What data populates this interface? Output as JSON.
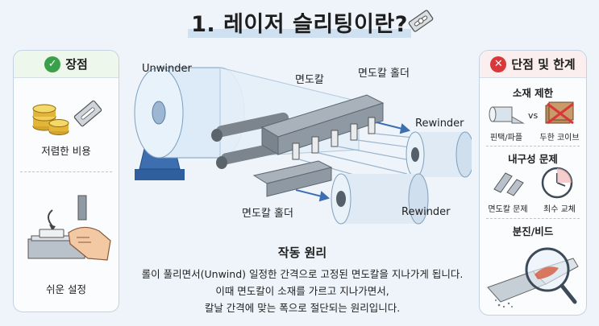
{
  "title": "1. 레이저 슬리팅이란?",
  "left_panel": {
    "heading": "장점",
    "check_glyph": "✓",
    "items": [
      {
        "label": "저렴한 비용",
        "icons": [
          "coins-icon",
          "razor-blade-icon"
        ]
      },
      {
        "label": "쉬운 설정",
        "icons": [
          "blade-insert-icon",
          "hand-icon"
        ]
      }
    ]
  },
  "right_panel": {
    "heading": "단점 및 한계",
    "x_glyph": "✕",
    "sections": [
      {
        "heading": "소재 제한",
        "vs": "vs",
        "labels": [
          "핀택/파플",
          "두한 코이브"
        ]
      },
      {
        "heading": "내구성 문제",
        "labels": [
          "면도칼 문제",
          "최수 교체"
        ]
      },
      {
        "heading": "분진/비드",
        "labels": []
      }
    ]
  },
  "diagram": {
    "unwinder": "Unwinder",
    "blade": "면도칼",
    "blade_holder_top": "면도칼 홀더",
    "blade_holder_bottom": "면도칼 홀더",
    "rewinder_top": "Rewinder",
    "rewinder_bottom": "Rewinder"
  },
  "description": {
    "title": "작동 원리",
    "lines": [
      "롤이 풀리면서(Unwind) 일정한 간격으로 고정된 면도칼을 지나가게 됩니다.",
      "이때 면도칼이 소재를 가르고 지나가면서,",
      "칼날 간격에 맞는 폭으로 절단되는 원리입니다."
    ]
  },
  "colors": {
    "positive": "#3aa04a",
    "negative": "#d8383a",
    "steel": "#9aa4ad",
    "blue_frame": "#3d6fb0"
  }
}
